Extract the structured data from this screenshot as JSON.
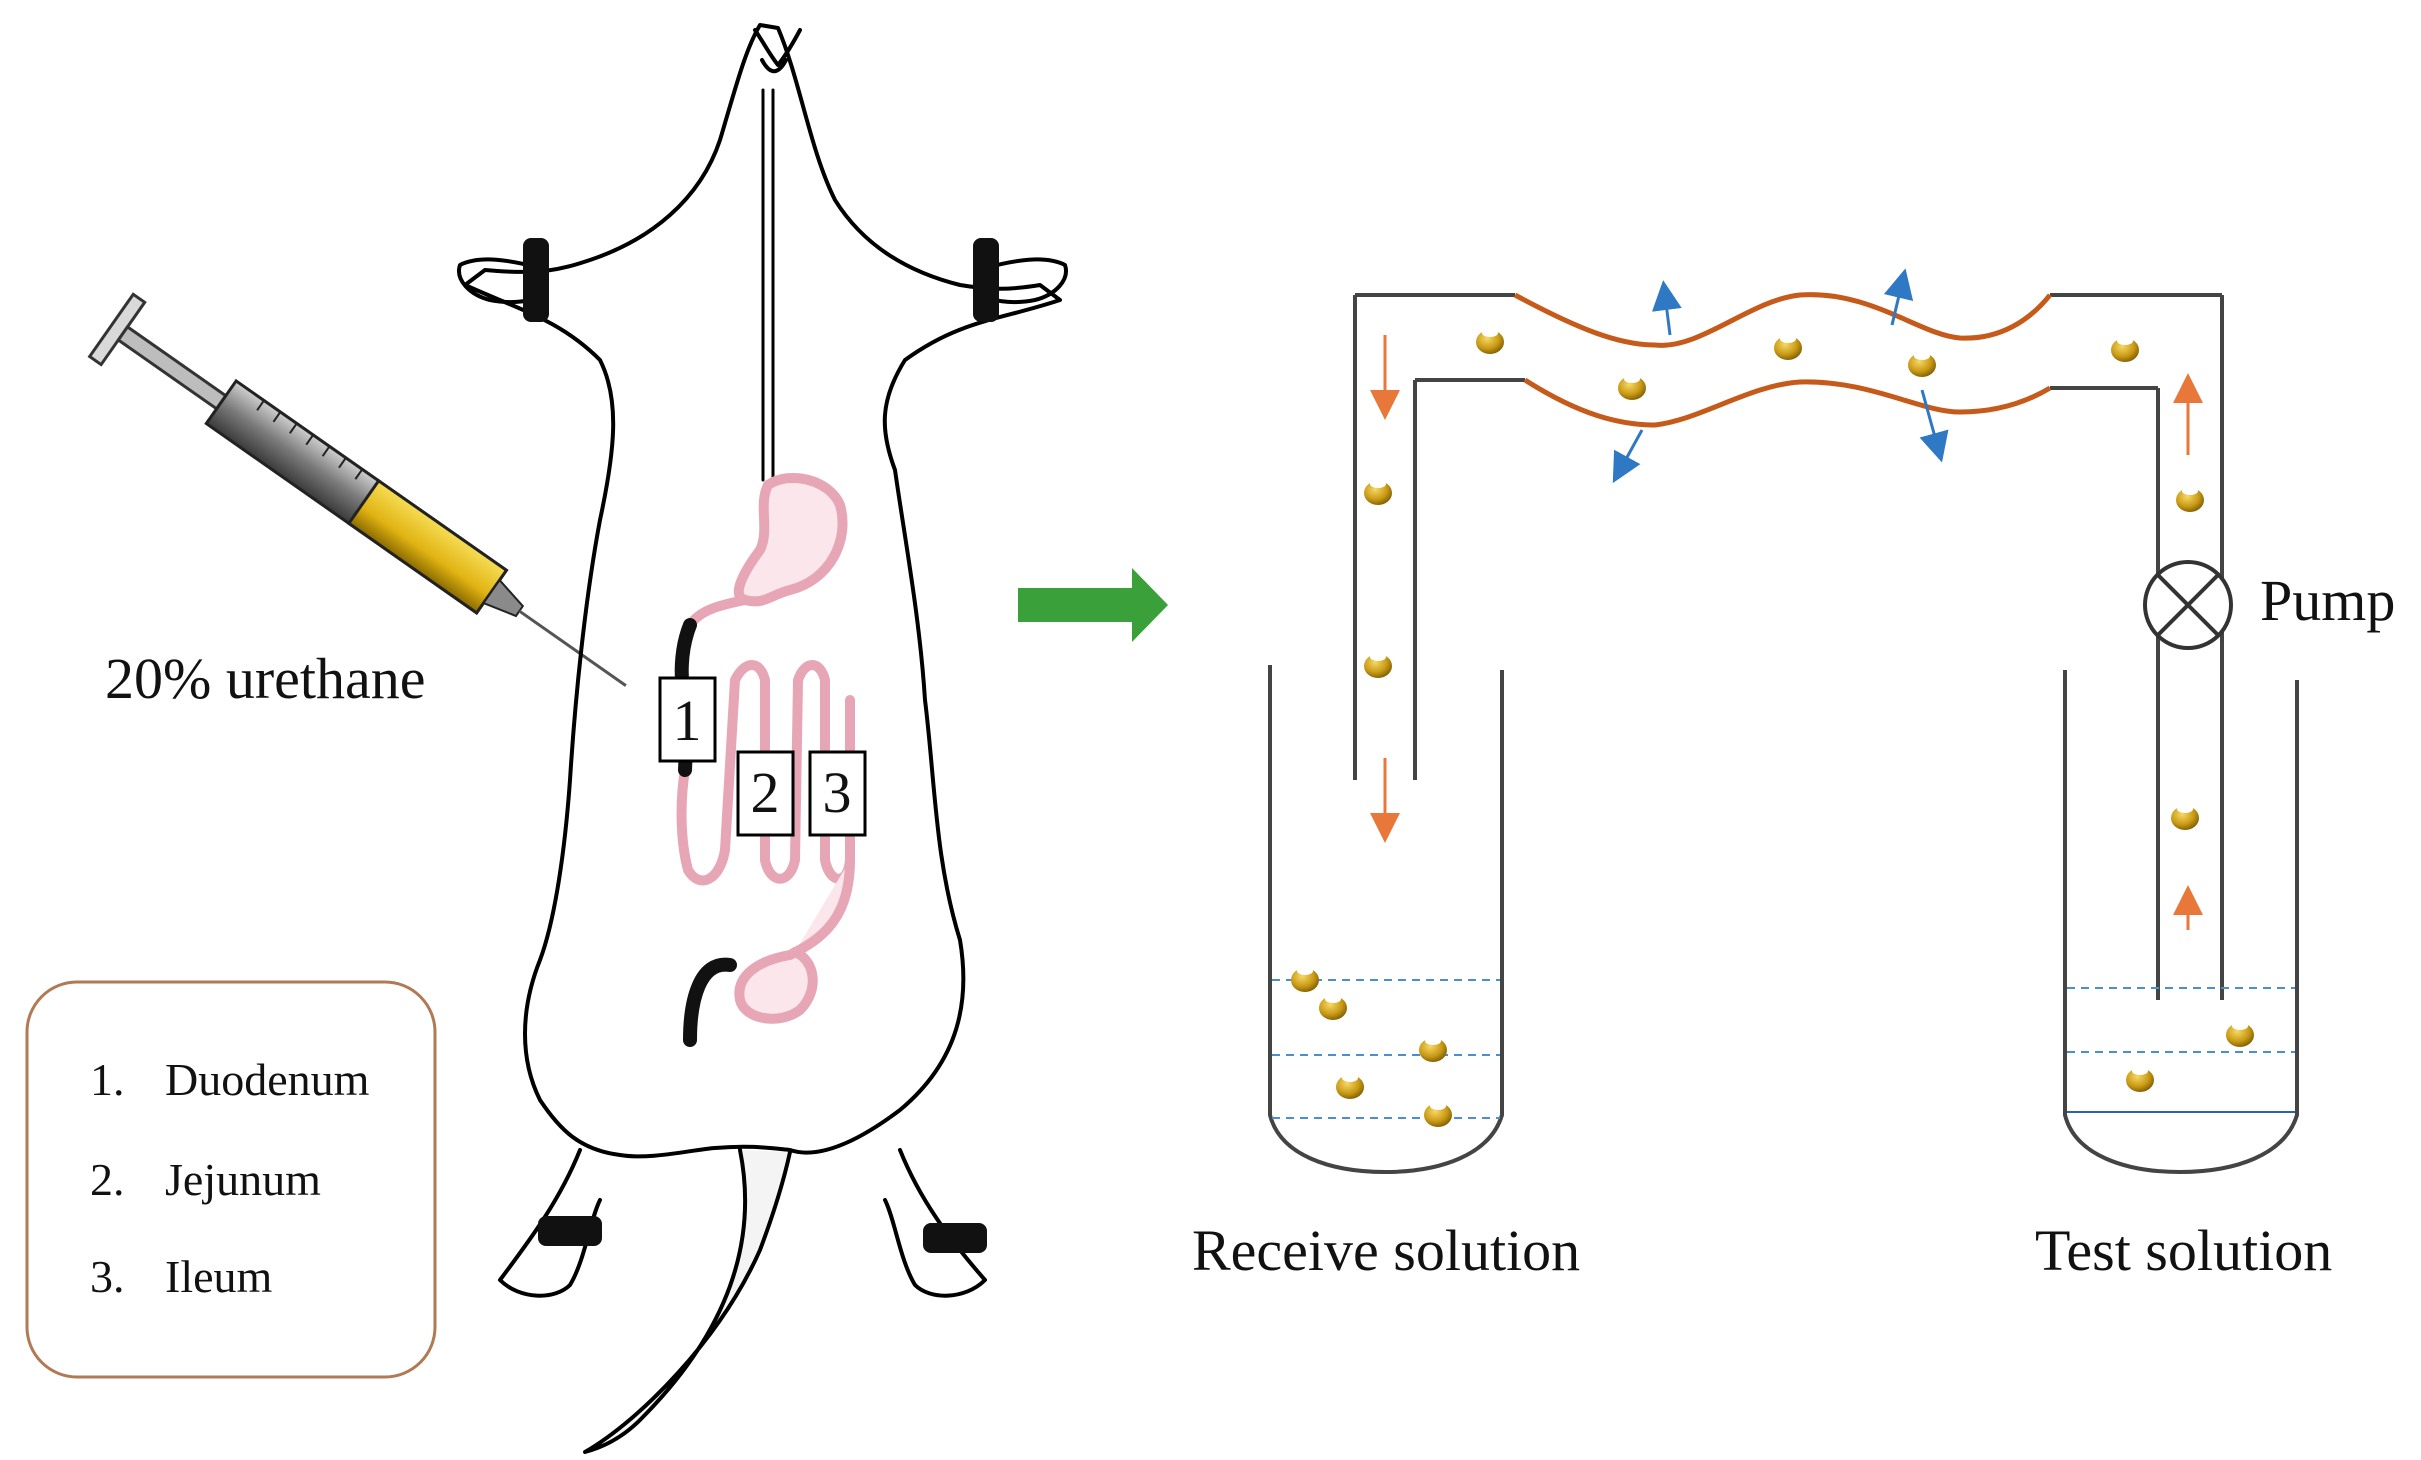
{
  "anesthetic": {
    "label": "20% urethane"
  },
  "segments": [
    {
      "number": "1",
      "name": "Duodenum"
    },
    {
      "number": "2",
      "name": "Jejunum"
    },
    {
      "number": "3",
      "name": "Ileum"
    }
  ],
  "legend": [
    {
      "number": "1.",
      "name": "Duodenum"
    },
    {
      "number": "2.",
      "name": "Jejunum"
    },
    {
      "number": "3.",
      "name": "Ileum"
    }
  ],
  "apparatus": {
    "pump_label": "Pump",
    "receive_label": "Receive solution",
    "test_label": "Test solution"
  },
  "colors": {
    "intestine": "#e7a6b6",
    "intestine_fill": "#fbe6ec",
    "membrane": "#c55a1a",
    "arrow_flow": "#e8783a",
    "arrow_diffusion": "#2f78c4",
    "green_arrow": "#3aa03a",
    "particle": "#c99a14",
    "liquid_line": "#4a8fd0",
    "legend_border": "#b07a55",
    "syringe_fluid": "#e9c21a"
  },
  "icons": [
    "syringe-icon",
    "rat-icon",
    "pump-icon",
    "right-arrow-icon"
  ]
}
